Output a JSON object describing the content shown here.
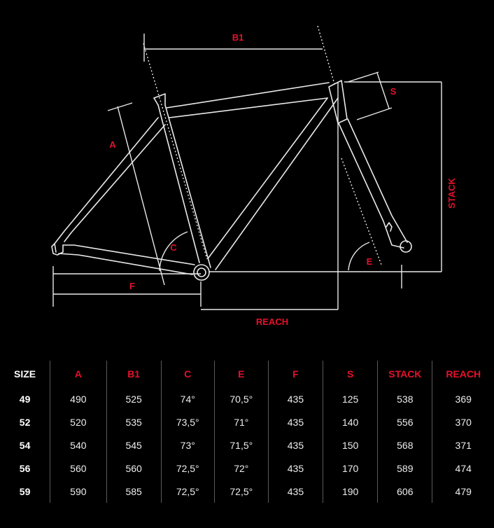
{
  "diagram": {
    "labels": {
      "b1": "B1",
      "a": "A",
      "s": "S",
      "c": "C",
      "f": "F",
      "e": "E",
      "stack": "STACK",
      "reach": "REACH"
    }
  },
  "table": {
    "headers": [
      "SIZE",
      "A",
      "B1",
      "C",
      "E",
      "F",
      "S",
      "STACK",
      "REACH"
    ],
    "rows": [
      [
        "49",
        "490",
        "525",
        "74°",
        "70,5°",
        "435",
        "125",
        "538",
        "369"
      ],
      [
        "52",
        "520",
        "535",
        "73,5°",
        "71°",
        "435",
        "140",
        "556",
        "370"
      ],
      [
        "54",
        "540",
        "545",
        "73°",
        "71,5°",
        "435",
        "150",
        "568",
        "371"
      ],
      [
        "56",
        "560",
        "560",
        "72,5°",
        "72°",
        "435",
        "170",
        "589",
        "474"
      ],
      [
        "59",
        "590",
        "585",
        "72,5°",
        "72,5°",
        "435",
        "190",
        "606",
        "479"
      ]
    ]
  },
  "colors": {
    "background": "#000000",
    "accent": "#e4122b",
    "line": "#e9e9e9",
    "divider": "#5a5a5a"
  }
}
